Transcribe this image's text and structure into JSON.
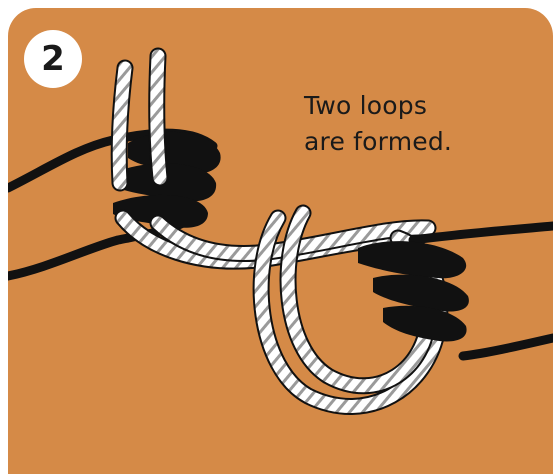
{
  "step": {
    "number": "2"
  },
  "caption": {
    "line1": "Two loops",
    "line2": "are formed."
  },
  "colors": {
    "background": "#d58a47",
    "rope": "#ffffff",
    "rope_stripe": "#9a9a9a",
    "outline": "#111111"
  }
}
